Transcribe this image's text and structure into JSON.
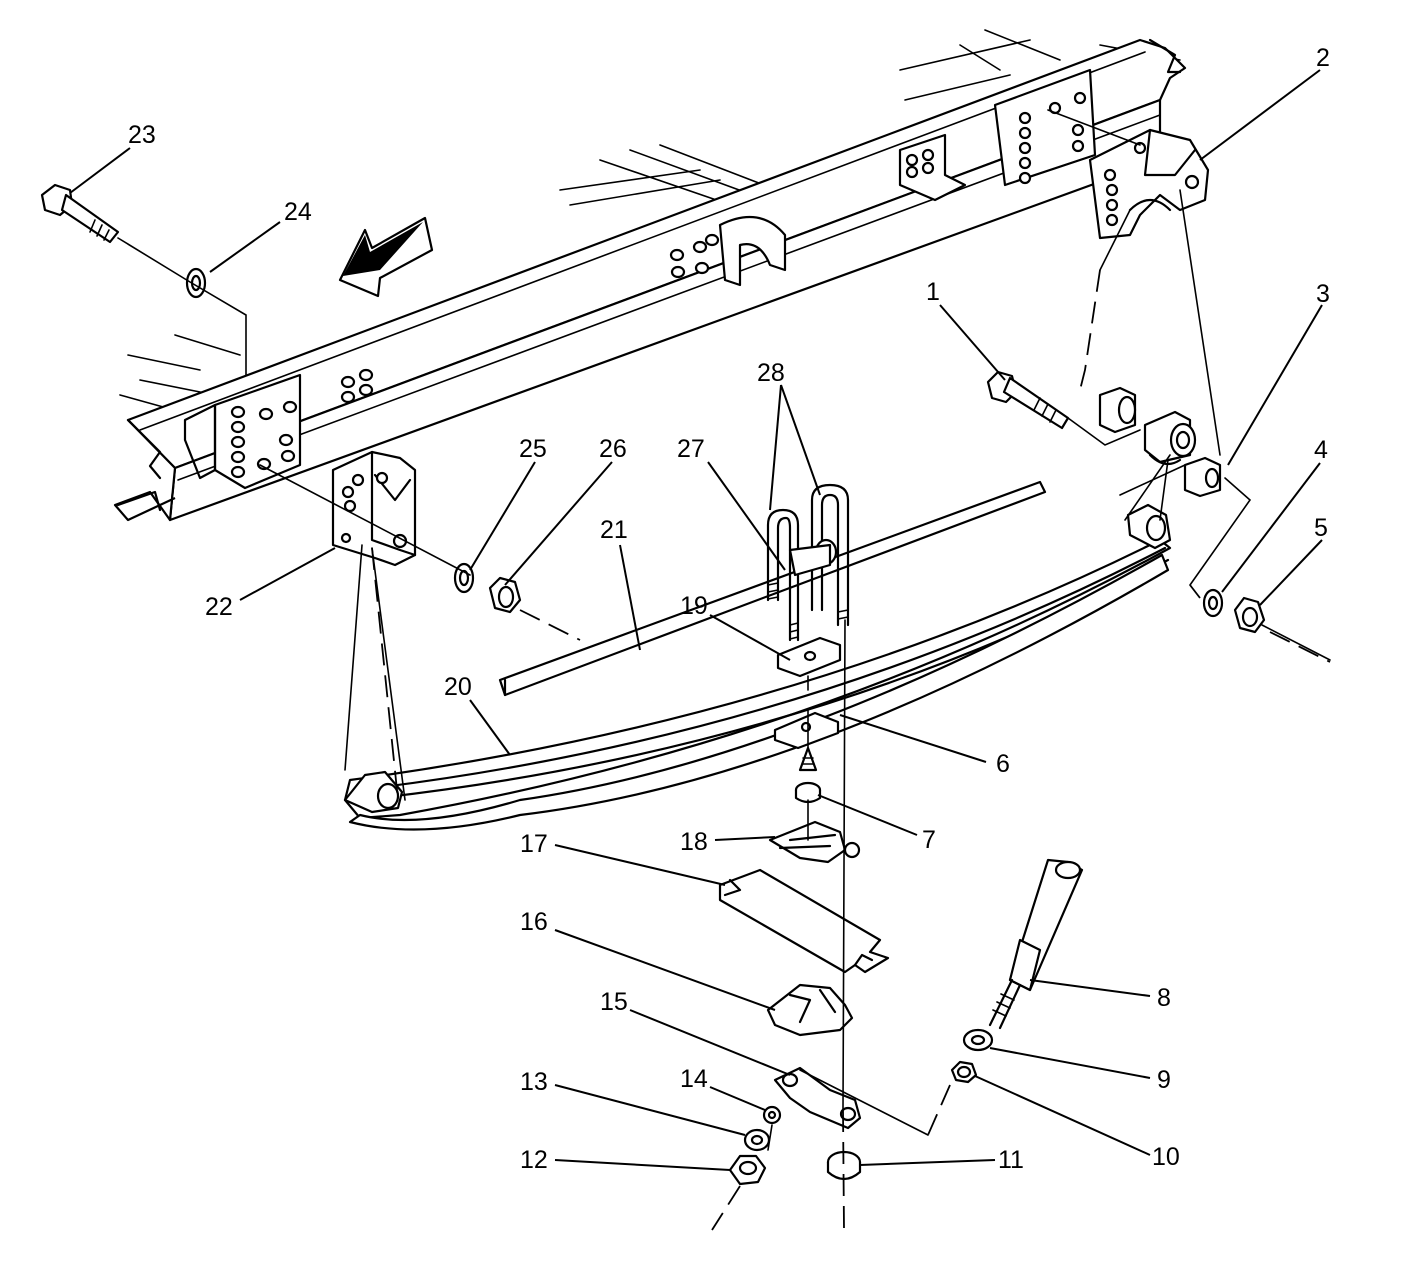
{
  "diagram": {
    "callouts": [
      {
        "id": "c1",
        "text": "1"
      },
      {
        "id": "c2",
        "text": "2"
      },
      {
        "id": "c3",
        "text": "3"
      },
      {
        "id": "c4",
        "text": "4"
      },
      {
        "id": "c5",
        "text": "5"
      },
      {
        "id": "c6",
        "text": "6"
      },
      {
        "id": "c7",
        "text": "7"
      },
      {
        "id": "c8",
        "text": "8"
      },
      {
        "id": "c9",
        "text": "9"
      },
      {
        "id": "c10",
        "text": "10"
      },
      {
        "id": "c11",
        "text": "11"
      },
      {
        "id": "c12",
        "text": "12"
      },
      {
        "id": "c13",
        "text": "13"
      },
      {
        "id": "c14",
        "text": "14"
      },
      {
        "id": "c15",
        "text": "15"
      },
      {
        "id": "c16",
        "text": "16"
      },
      {
        "id": "c17",
        "text": "17"
      },
      {
        "id": "c18",
        "text": "18"
      },
      {
        "id": "c19",
        "text": "19"
      },
      {
        "id": "c20",
        "text": "20"
      },
      {
        "id": "c21",
        "text": "21"
      },
      {
        "id": "c22",
        "text": "22"
      },
      {
        "id": "c23",
        "text": "23"
      },
      {
        "id": "c24",
        "text": "24"
      },
      {
        "id": "c25",
        "text": "25"
      },
      {
        "id": "c26",
        "text": "26"
      },
      {
        "id": "c27",
        "text": "27"
      },
      {
        "id": "c28",
        "text": "28"
      }
    ],
    "colors": {
      "line": "#000000",
      "background": "#ffffff"
    }
  }
}
